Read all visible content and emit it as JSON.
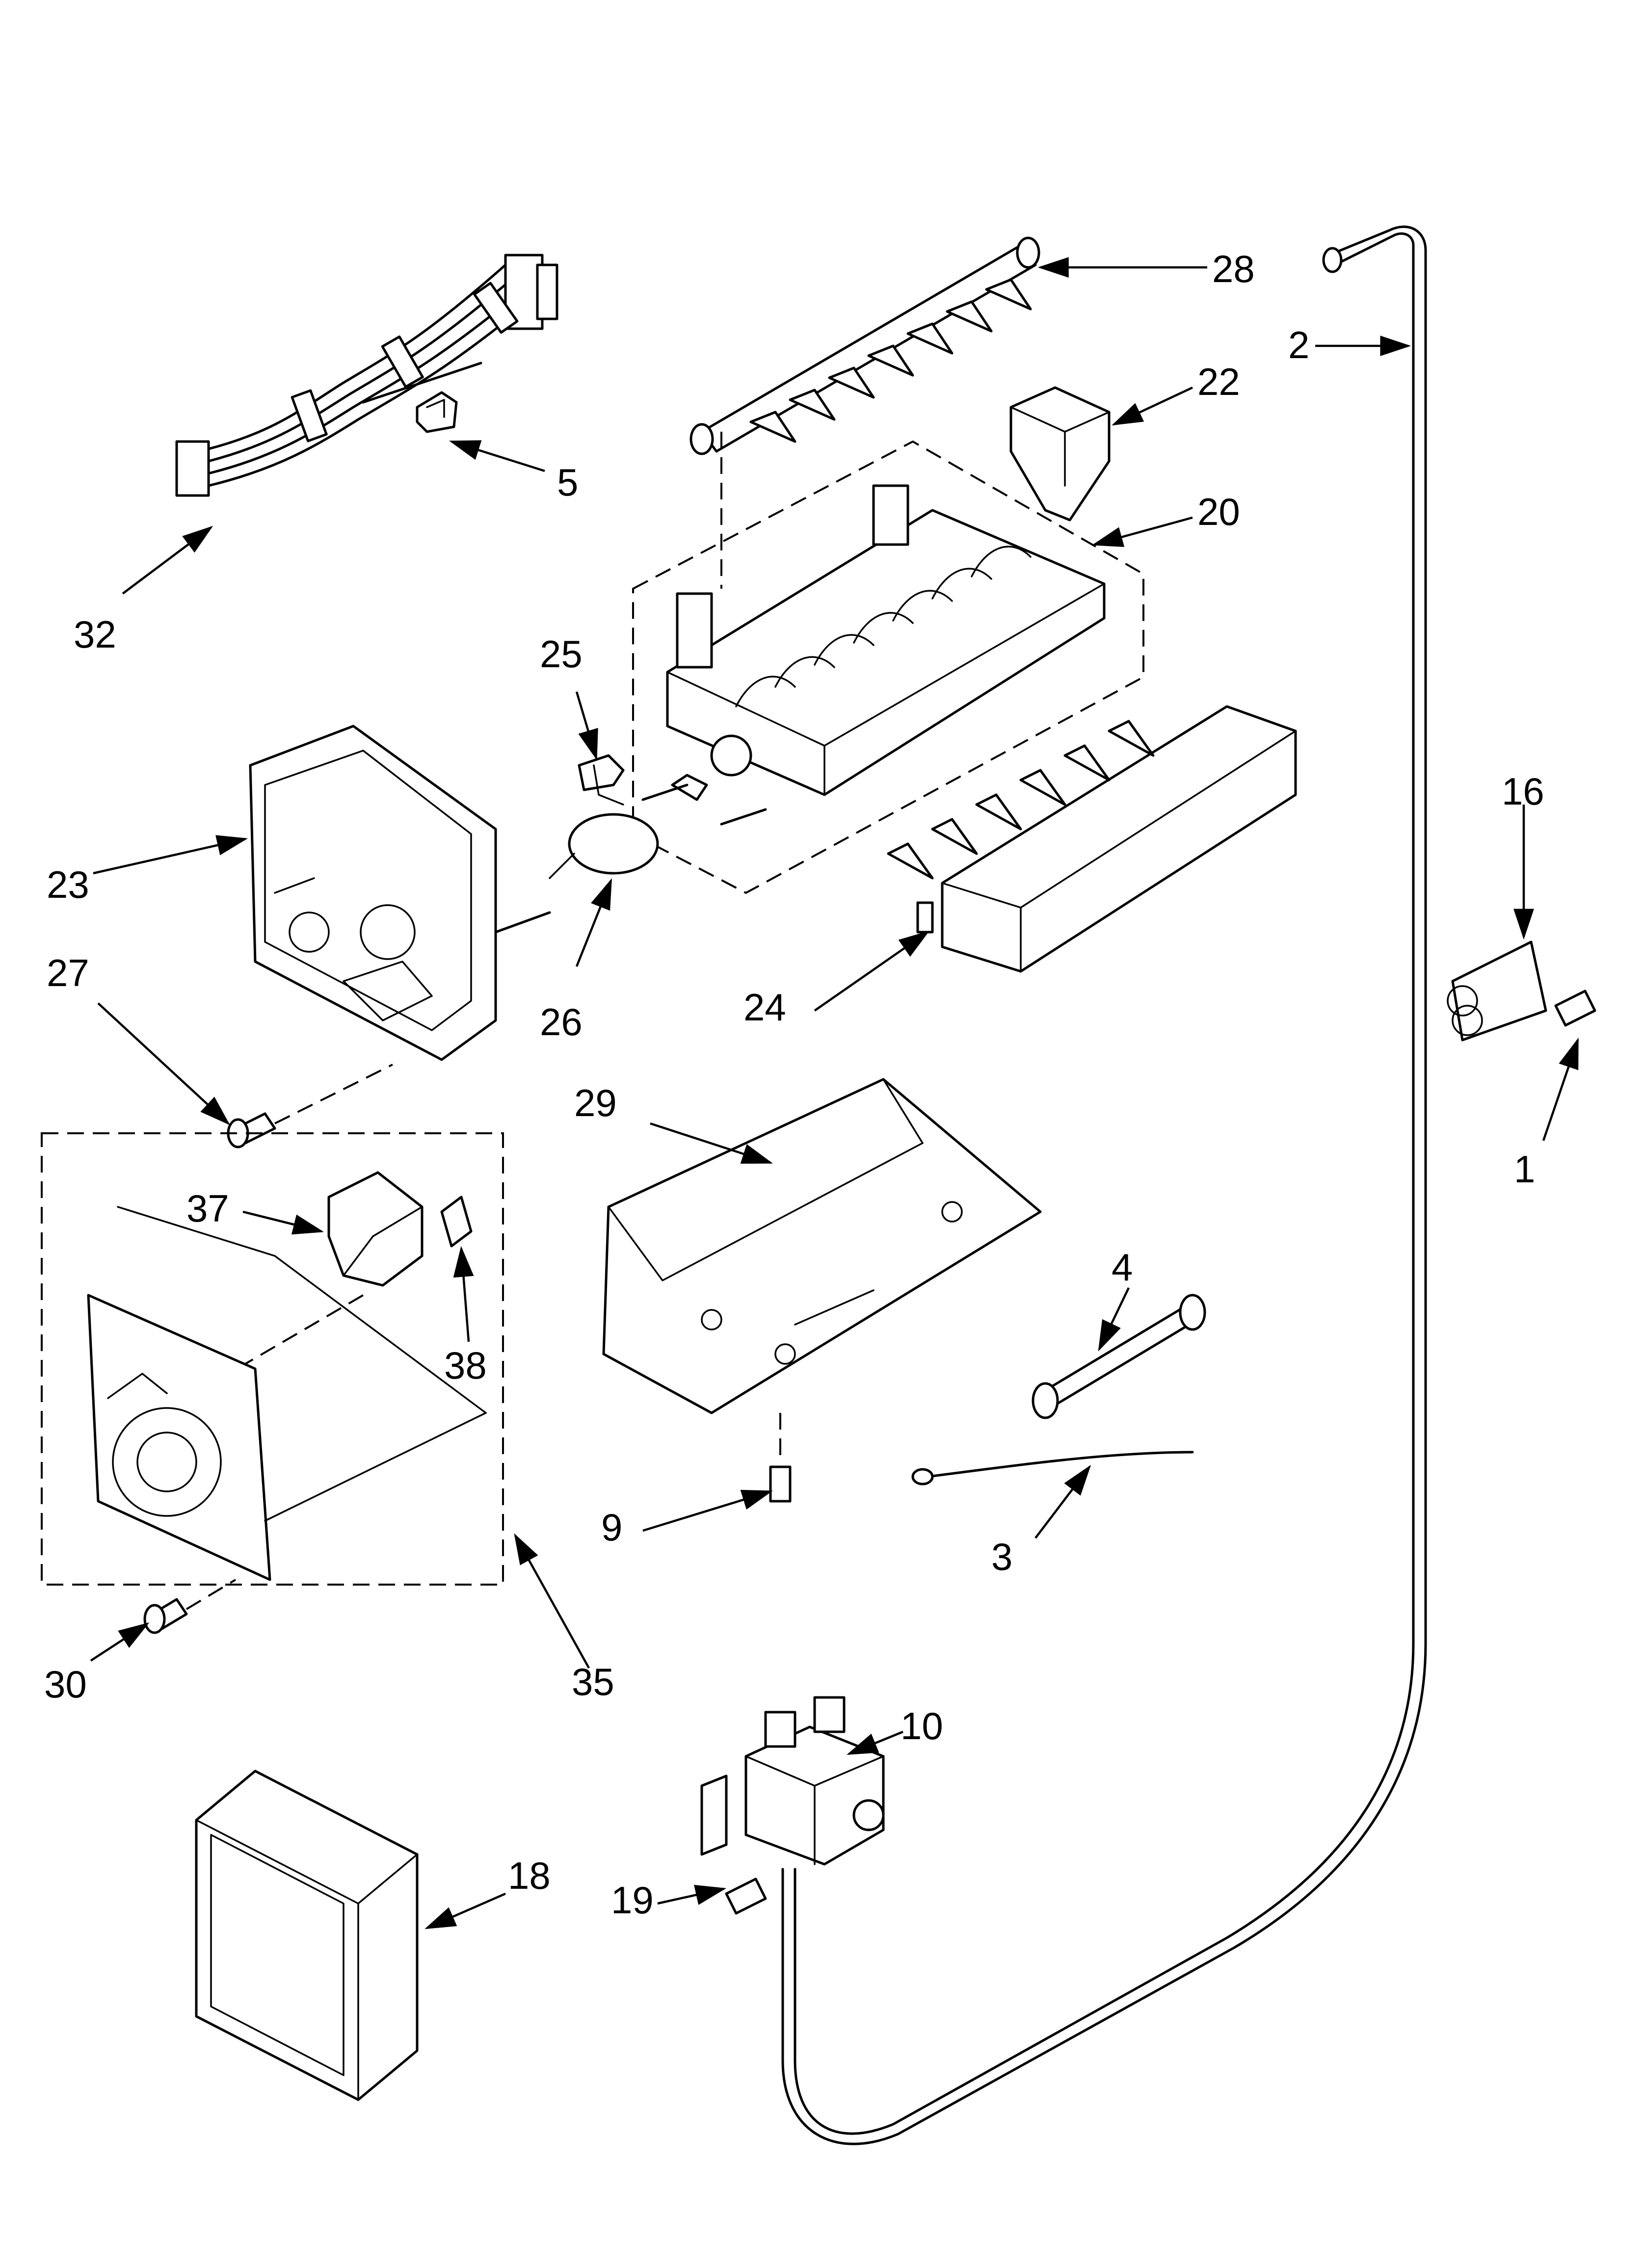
{
  "diagram": {
    "callouts": [
      "1",
      "2",
      "3",
      "4",
      "5",
      "9",
      "10",
      "16",
      "18",
      "19",
      "20",
      "22",
      "23",
      "24",
      "25",
      "26",
      "27",
      "28",
      "29",
      "30",
      "32",
      "35",
      "37",
      "38"
    ]
  }
}
